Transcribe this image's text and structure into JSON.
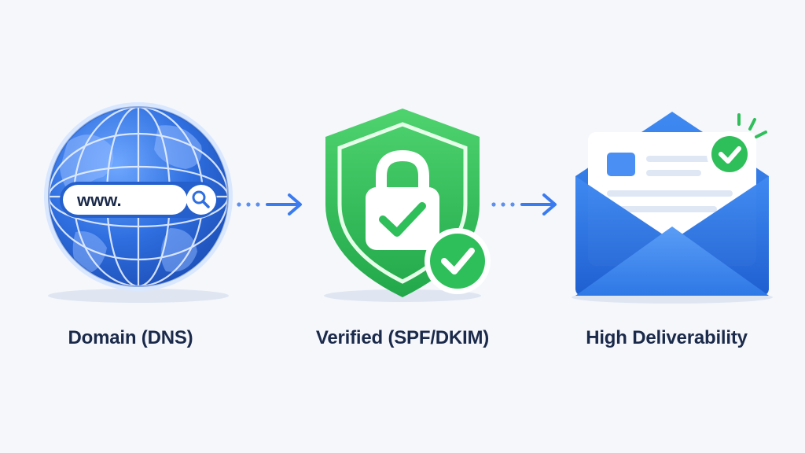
{
  "diagram": {
    "steps": [
      {
        "label": "Domain (DNS)",
        "icon": "globe-search-icon",
        "address_text": "www."
      },
      {
        "label": "Verified (SPF/DKIM)",
        "icon": "shield-lock-icon"
      },
      {
        "label": "High Deliverability",
        "icon": "envelope-check-icon"
      }
    ],
    "connectors": [
      "dotted-arrow-icon",
      "dotted-arrow-icon"
    ],
    "colors": {
      "background": "#f5f7fb",
      "globe_blue": "#2f6fe0",
      "shield_green": "#2fbf5a",
      "envelope_blue": "#2e78e6",
      "text": "#1b2a4a"
    }
  }
}
